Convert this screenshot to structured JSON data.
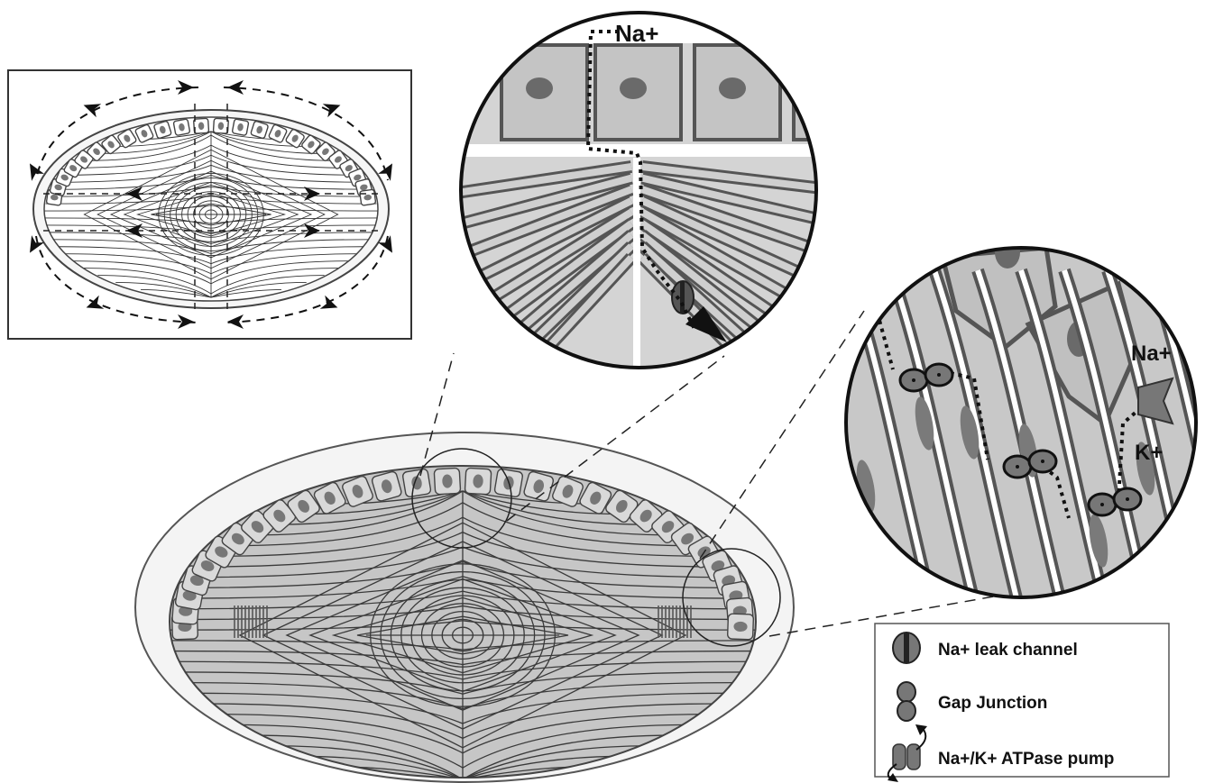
{
  "labels": {
    "top_ion": "Na+",
    "right_na": "Na+",
    "right_k": "K+"
  },
  "legend": {
    "items": [
      {
        "label": "Na+ leak channel",
        "icon": "leak-channel-icon"
      },
      {
        "label": "Gap Junction",
        "icon": "gap-junction-icon"
      },
      {
        "label": "Na+/K+ ATPase pump",
        "icon": "atpase-pump-icon"
      }
    ]
  },
  "colors": {
    "lens_fill": "#c6c6c6",
    "capsule": "#f4f4f4",
    "line": "#333333",
    "channel": "#555555"
  }
}
